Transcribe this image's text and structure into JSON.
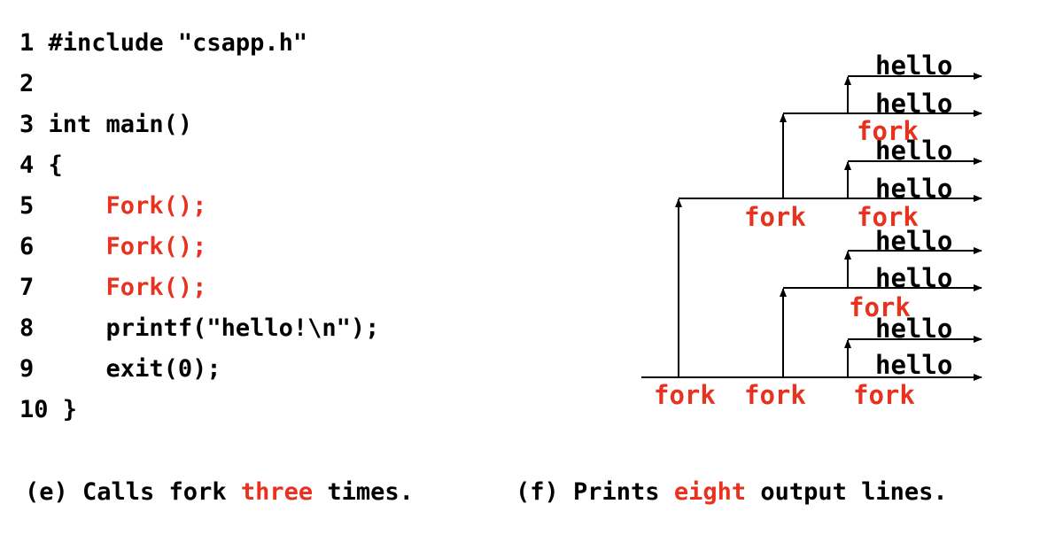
{
  "code": {
    "lines": [
      {
        "num": "1",
        "text": "#include \"csapp.h\"",
        "highlight": false
      },
      {
        "num": "2",
        "text": "",
        "highlight": false
      },
      {
        "num": "3",
        "text": "int main()",
        "highlight": false
      },
      {
        "num": "4",
        "text": "{",
        "highlight": false
      },
      {
        "num": "5",
        "text": "    Fork();",
        "highlight": true
      },
      {
        "num": "6",
        "text": "    Fork();",
        "highlight": true
      },
      {
        "num": "7",
        "text": "    Fork();",
        "highlight": true
      },
      {
        "num": "8",
        "text": "    printf(\"hello!\\n\");",
        "highlight": false
      },
      {
        "num": "9",
        "text": "    exit(0);",
        "highlight": false
      },
      {
        "num": "10",
        "text": "}",
        "highlight": false
      }
    ]
  },
  "captions": {
    "left": {
      "prefix": "(e) Calls fork ",
      "emph": "three",
      "suffix": " times."
    },
    "right": {
      "prefix": "(f) Prints ",
      "emph": "eight",
      "suffix": " output lines."
    }
  },
  "diagram": {
    "output_label": "hello",
    "fork_label": "fork",
    "output_count": 8,
    "fork_label_count": 7
  },
  "colors": {
    "accent": "#e8311f",
    "text": "#000000"
  }
}
